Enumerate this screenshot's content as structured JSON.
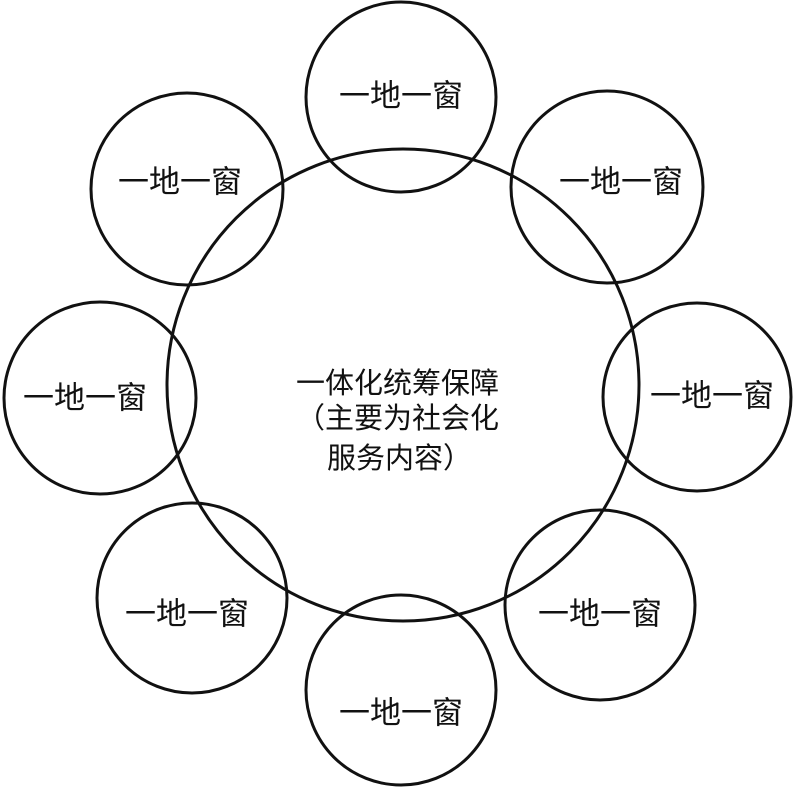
{
  "center": {
    "lines": [
      "一体化统筹保障",
      "（主要为社会化",
      "服务内容）"
    ]
  },
  "satellites": [
    {
      "label": "一地一窗"
    },
    {
      "label": "一地一窗"
    },
    {
      "label": "一地一窗"
    },
    {
      "label": "一地一窗"
    },
    {
      "label": "一地一窗"
    },
    {
      "label": "一地一窗"
    },
    {
      "label": "一地一窗"
    },
    {
      "label": "一地一窗"
    }
  ]
}
